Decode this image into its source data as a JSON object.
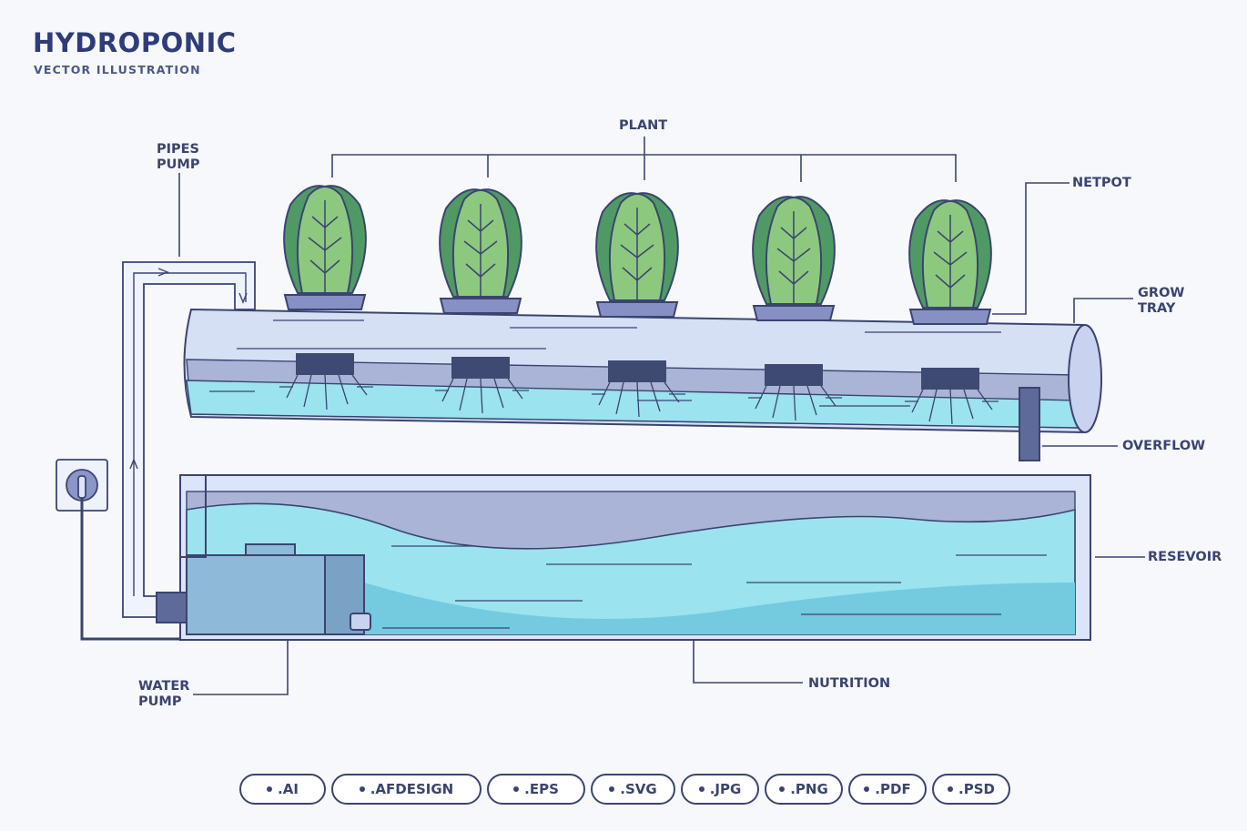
{
  "header": {
    "title": "HYDROPONIC",
    "subtitle": "VECTOR ILLUSTRATION"
  },
  "labels": {
    "plant": "PLANT",
    "pipes_pump": [
      "PIPES",
      "PUMP"
    ],
    "netpot": "NETPOT",
    "grow_tray": [
      "GROW",
      "TRAY"
    ],
    "overflow": "OVERFLOW",
    "resevoir": "RESEVOIR",
    "nutrition": "NUTRITION",
    "water_pump": [
      "WATER",
      "PUMP"
    ]
  },
  "formats": [
    ".AI",
    ".AFDESIGN",
    ".EPS",
    ".SVG",
    ".JPG",
    ".PNG",
    ".PDF",
    ".PSD"
  ],
  "colors": {
    "ink": "#3b4470",
    "water": "#9be3ef",
    "leaf": "#8cc97e",
    "leaf_dark": "#4f9a64",
    "tube": "#d6e0f5",
    "pot": "#8690c4"
  }
}
